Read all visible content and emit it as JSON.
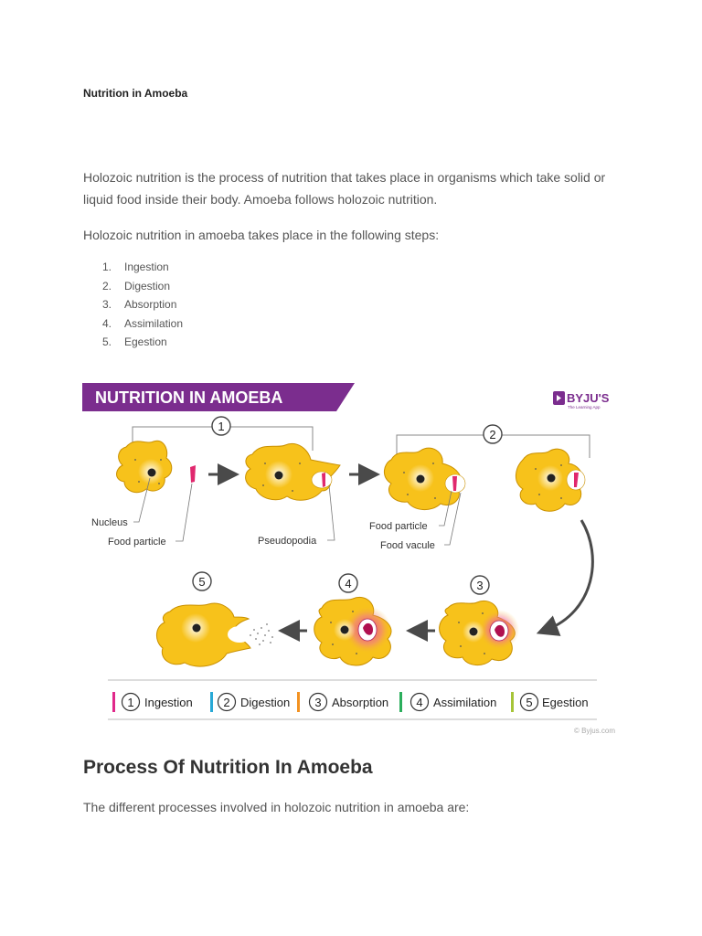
{
  "document": {
    "title": "Nutrition in Amoeba",
    "paragraph_1": "Holozoic nutrition is the process of nutrition that takes place in organisms which take solid or liquid food inside their body. Amoeba follows holozoic nutrition.",
    "paragraph_2": "Holozoic nutrition in amoeba takes place in the following steps:",
    "steps": [
      "Ingestion",
      "Digestion",
      "Absorption",
      "Assimilation",
      "Egestion"
    ],
    "section_heading": "Process Of Nutrition In Amoeba",
    "paragraph_3": "The different processes involved in holozoic nutrition in amoeba are:"
  },
  "figure": {
    "banner_title": "NUTRITION IN AMOEBA",
    "logo_name": "BYJU'S",
    "logo_tagline": "The Learning App",
    "logo_icon": "byjus-logo-icon",
    "stage_numbers": [
      "1",
      "2",
      "3",
      "4",
      "5"
    ],
    "labels": {
      "nucleus": "Nucleus",
      "food_particle": "Food particle",
      "pseudopodia": "Pseudopodia",
      "food_particle_2": "Food particle",
      "food_vacuole": "Food vacule"
    },
    "legend": [
      {
        "num": "1",
        "label": "Ingestion",
        "color": "#e0288a"
      },
      {
        "num": "2",
        "label": "Digestion",
        "color": "#29a9d6"
      },
      {
        "num": "3",
        "label": "Absorption",
        "color": "#f39221"
      },
      {
        "num": "4",
        "label": "Assimilation",
        "color": "#2bae5c"
      },
      {
        "num": "5",
        "label": "Egestion",
        "color": "#a6c438"
      }
    ],
    "watermark": "© Byjus.com",
    "colors": {
      "banner": "#7b2d8e",
      "amoeba_fill": "#f7c21b",
      "amoeba_stroke": "#c99000",
      "food": "#e0286e"
    }
  }
}
